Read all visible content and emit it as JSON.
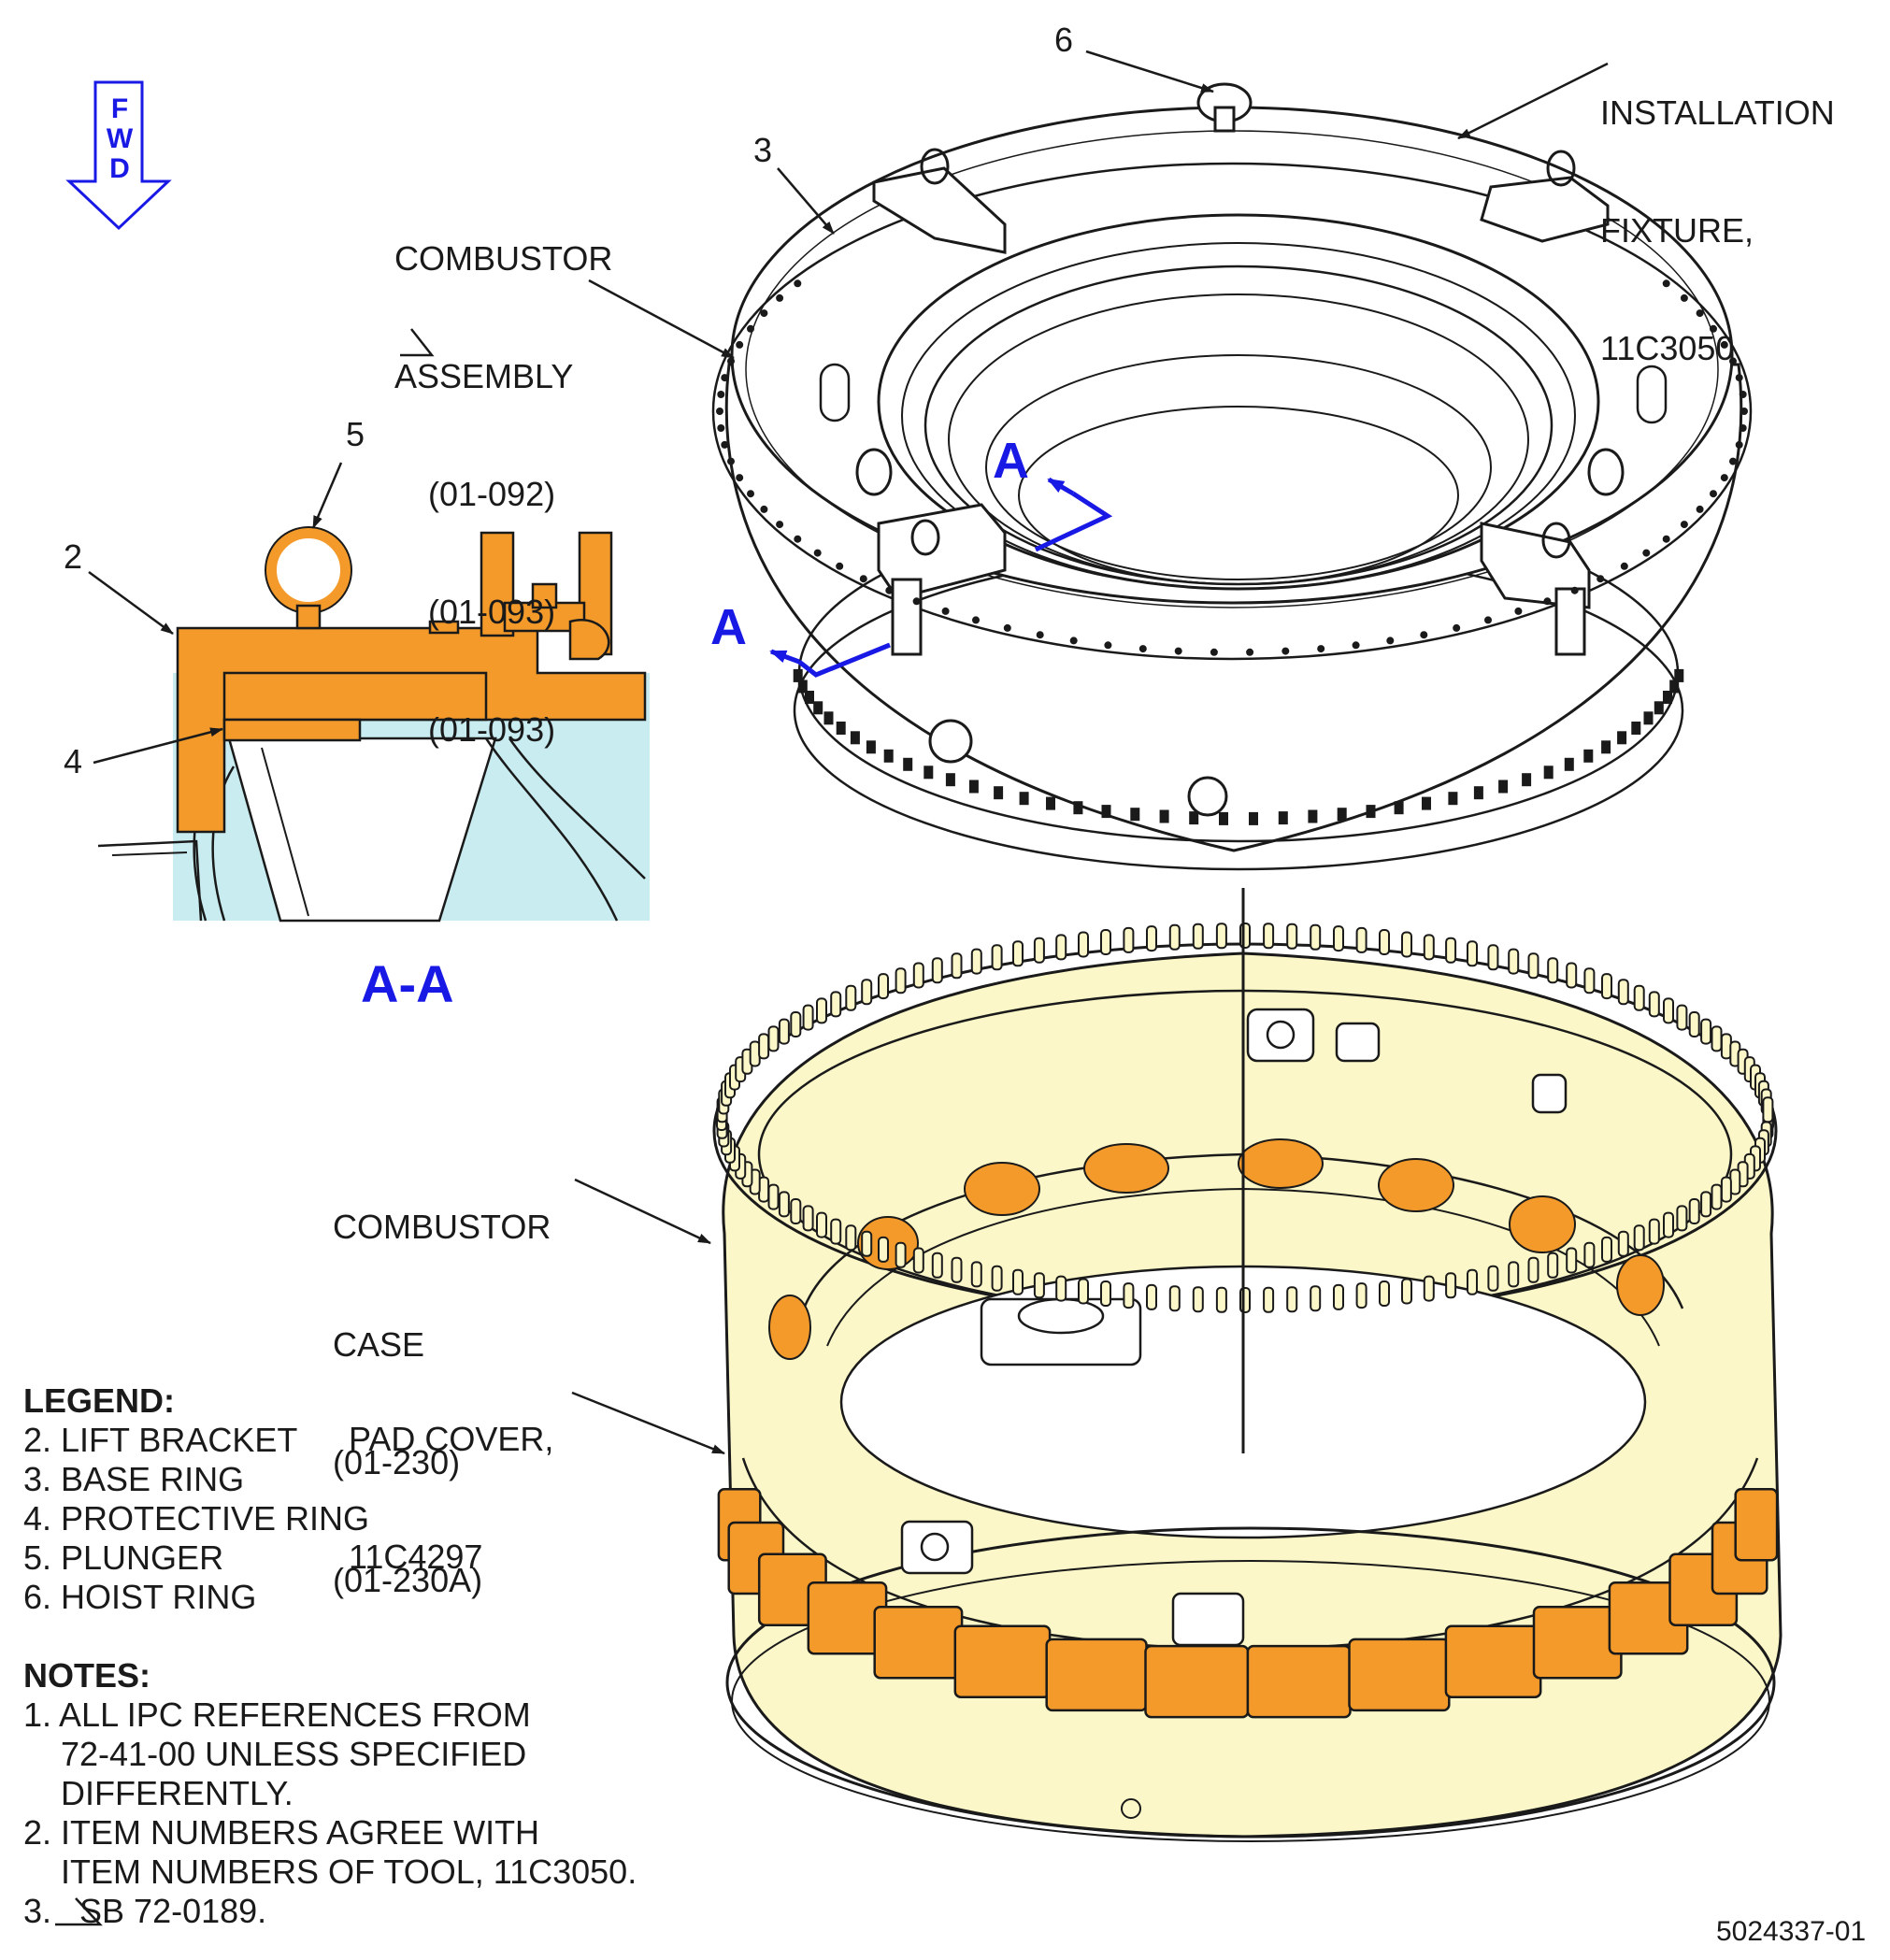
{
  "fwd_arrow": {
    "letters": [
      "F",
      "W",
      "D"
    ],
    "color": "#1919e6"
  },
  "callouts": {
    "item6": "6",
    "item3": "3",
    "item5": "5",
    "item2": "2",
    "item4": "4",
    "installation_fixture": [
      "INSTALLATION",
      "FIXTURE,",
      "11C3050"
    ],
    "combustor_assembly": [
      "COMBUSTOR",
      "ASSEMBLY",
      "(01-092)",
      "(01-093)",
      "(01-093)"
    ],
    "combustor_case": [
      "COMBUSTOR",
      "CASE",
      "(01-230)",
      "(01-230A)"
    ],
    "pad_cover": [
      "PAD COVER,",
      "11C4297"
    ]
  },
  "section_view": {
    "cut_letter": "A",
    "title": "A-A",
    "color": "#1919e6"
  },
  "legend": {
    "title": "LEGEND:",
    "items": [
      "2. LIFT BRACKET",
      "3. BASE RING",
      "4. PROTECTIVE RING",
      "5. PLUNGER",
      "6. HOIST RING"
    ]
  },
  "notes": {
    "title": "NOTES:",
    "items": [
      "1. ALL IPC REFERENCES FROM",
      "    72-41-00 UNLESS SPECIFIED",
      "    DIFFERENTLY.",
      "2. ITEM NUMBERS AGREE WITH",
      "    ITEM NUMBERS OF TOOL, 11C3050.",
      "3.   SB 72-0189."
    ]
  },
  "figure_number": "5024337-01",
  "colors": {
    "highlight_orange": "#f39a2a",
    "case_fill": "#fbf7c8",
    "section_fill": "#c8ecf0",
    "section_blue": "#1919e6"
  }
}
